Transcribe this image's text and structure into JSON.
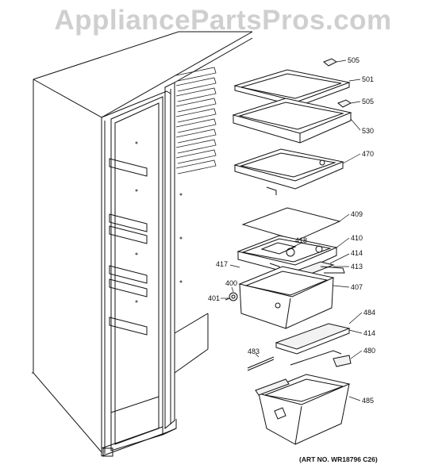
{
  "watermark": "AppliancePartsPros.com",
  "art_number": "(ART NO. WR18796 C26)",
  "callouts": {
    "c505a": "505",
    "c501": "501",
    "c505b": "505",
    "c530": "530",
    "c470": "470",
    "c409": "409",
    "c410": "410",
    "c418": "418",
    "c414a": "414",
    "c417": "417",
    "c413": "413",
    "c400": "400",
    "c407": "407",
    "c401": "401",
    "c484": "484",
    "c414b": "414",
    "c483": "483",
    "c480": "480",
    "c485": "485"
  },
  "icons": {
    "cabinet": "refrigerator-cabinet-illustration",
    "shelves": "glass-shelf-illustration",
    "drawers": "crisper-drawer-illustration"
  }
}
